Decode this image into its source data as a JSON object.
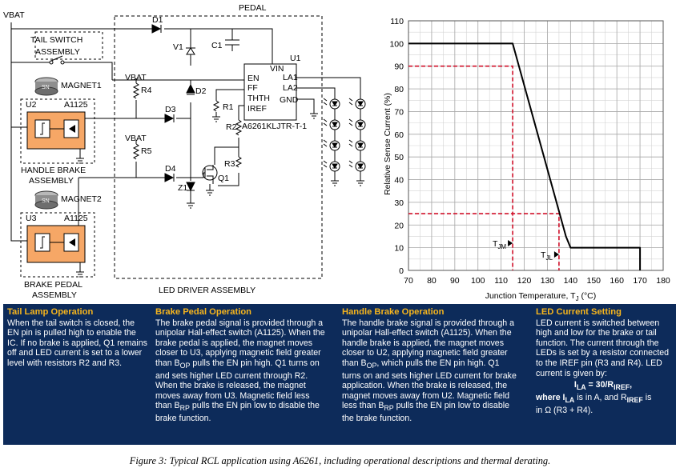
{
  "circuit": {
    "labels": {
      "vbat_top": "VBAT",
      "pedal": "PEDAL",
      "d1": "D1",
      "tail_switch": "TAIL SWITCH",
      "assembly1": "ASSEMBLY",
      "v1": "V1",
      "c1": "C1",
      "u1": "U1",
      "vin": "VIN",
      "en": "EN",
      "ff": "FF",
      "thth": "THTH",
      "iref": "IREF",
      "la1": "LA1",
      "la2": "LA2",
      "gnd": "GND",
      "part": "A6261KLJTR-T-1",
      "magnet1": "MAGNET1",
      "magnet2": "MAGNET2",
      "vbat_r4": "VBAT",
      "vbat_r5": "VBAT",
      "r4": "R4",
      "r5": "R5",
      "d2": "D2",
      "d3": "D3",
      "d4": "D4",
      "r1": "R1",
      "r2": "R2",
      "r3": "R3",
      "q1": "Q1",
      "z1": "Z1",
      "u2": "U2",
      "u3": "U3",
      "a1125_1": "A1125",
      "a1125_2": "A1125",
      "handle_brake": "HANDLE BRAKE",
      "assembly2": "ASSEMBLY",
      "brake_pedal": "BRAKE PEDAL",
      "assembly3": "ASSEMBLY",
      "led_driver": "LED DRIVER ASSEMBLY",
      "sn": "SN"
    }
  },
  "chart_data": {
    "type": "line",
    "xlabel": "Junction Temperature, T",
    "xlabel_sub": "J",
    "xlabel_unit": " (°C)",
    "ylabel": "Relative Sense Current (%)",
    "xlim": [
      70,
      180
    ],
    "ylim": [
      0,
      110
    ],
    "xticks": [
      70,
      80,
      90,
      100,
      110,
      120,
      130,
      140,
      150,
      160,
      170,
      180
    ],
    "yticks": [
      0,
      10,
      20,
      30,
      40,
      50,
      60,
      70,
      80,
      90,
      100,
      110
    ],
    "grid": true,
    "series": [
      {
        "x": [
          70,
          115,
          138,
          140,
          170,
          170
        ],
        "y": [
          100,
          100,
          15,
          10,
          10,
          0
        ],
        "color": "#000000"
      }
    ],
    "guides": [
      {
        "x": 115,
        "y": 90,
        "color": "#d0102a"
      },
      {
        "x": 135,
        "y": 25,
        "color": "#d0102a"
      }
    ],
    "annotations": [
      {
        "label": "T",
        "sub": "JM",
        "x": 115,
        "y": 12
      },
      {
        "label": "T",
        "sub": "JL",
        "x": 135,
        "y": 7
      }
    ]
  },
  "panel": {
    "tail": {
      "title": "Tail Lamp Operation",
      "body": "When the tail switch is closed, the EN pin is pulled high to enable the IC. If no brake is applied, Q1 remains off and LED current is set to a lower level with resistors R2 and R3."
    },
    "brake": {
      "title": "Brake Pedal Operation",
      "body": "The brake pedal signal is provided through a unipolar Hall-effect switch (A1125). When the brake pedal is applied, the magnet moves closer to U3, applying magnetic field greater than B",
      "op": "OP",
      "body2": " pulls the EN pin high. Q1 turns on and sets higher LED current through R2. When the brake is released, the magnet moves away from U3. Magnetic field less than B",
      "rp": "RP",
      "body3": " pulls the EN pin low to disable the brake function."
    },
    "handle": {
      "title": "Handle Brake Operation",
      "body": "The handle brake signal is provided through a unipolar Hall-effect switch (A1125). When the handle brake is applied, the magnet moves closer to U2, applying magnetic field greater than B",
      "op": "OP",
      "body2": ", which pulls the EN pin high. Q1 turns on and sets higher LED current for brake application. When the brake is released, the magnet moves away from U2. Magnetic field less than B",
      "rp": "RP",
      "body3": " pulls the EN pin low to disable the brake function."
    },
    "led": {
      "title": "LED Current Setting",
      "body": "LED current is switched between high and low for the brake or tail function. The current through the LEDs is set by a resistor connected to the IREF pin (R3 and R4). LED current is given by:",
      "formula": "I",
      "formula_sub": "LA",
      "formula_rest": " = 30/R",
      "formula_sub2": "IREF",
      "formula_end": ",",
      "where1": "where I",
      "where_sub": "LA",
      "where2": " is in A, and R",
      "where_sub2": "IREF",
      "where3": " is",
      "where4": "in Ω (R3 + R4)."
    }
  },
  "caption": "Figure 3: Typical RCL application using A6261, including operational descriptions and thermal derating."
}
